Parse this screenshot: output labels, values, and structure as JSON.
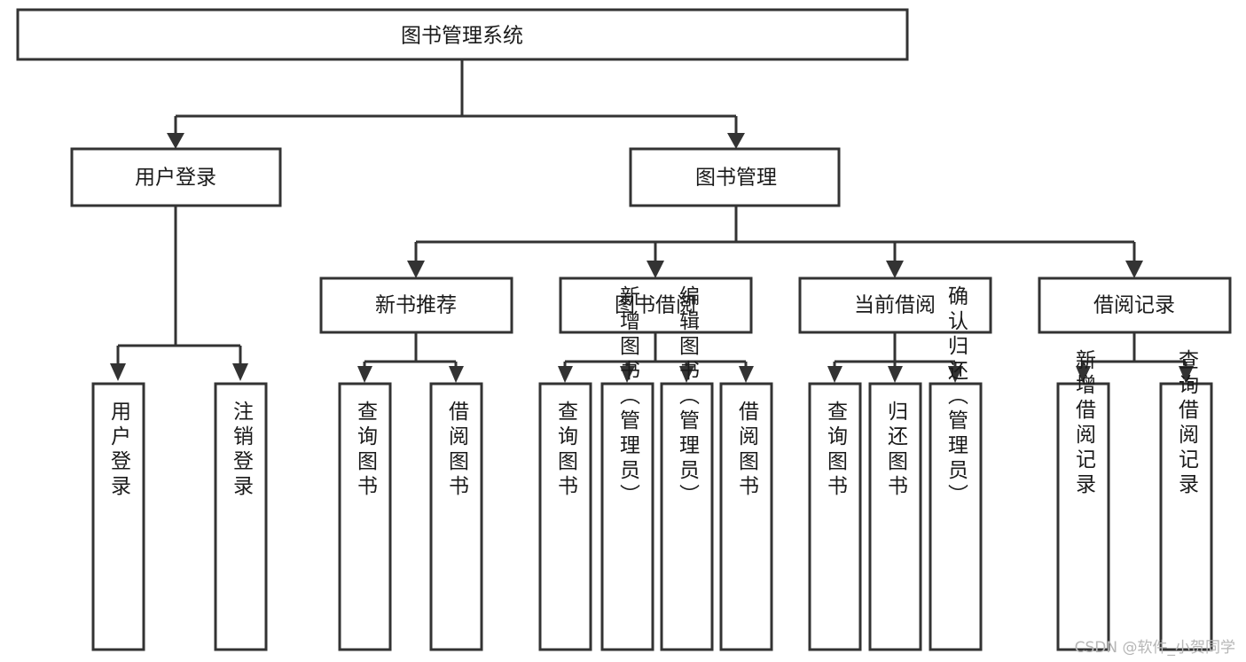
{
  "diagram": {
    "type": "tree-hierarchy",
    "title_node": {
      "label": "图书管理系统"
    },
    "level2": [
      {
        "label": "用户登录"
      },
      {
        "label": "图书管理"
      }
    ],
    "level3": [
      {
        "label": "新书推荐"
      },
      {
        "label": "图书借阅"
      },
      {
        "label": "当前借阅"
      },
      {
        "label": "借阅记录"
      }
    ],
    "leaves": {
      "user_login": [
        {
          "label": "用户登录"
        },
        {
          "label": "注销登录"
        }
      ],
      "new_book_recommend": [
        {
          "label": "查询图书"
        },
        {
          "label": "借阅图书"
        }
      ],
      "book_borrow": [
        {
          "label": "查询图书"
        },
        {
          "label": "新增图书（管理员）"
        },
        {
          "label": "编辑图书（管理员）"
        },
        {
          "label": "借阅图书"
        }
      ],
      "current_borrow": [
        {
          "label": "查询图书"
        },
        {
          "label": "归还图书"
        },
        {
          "label": "确认归还（管理员）"
        }
      ],
      "borrow_record": [
        {
          "label": "新增借阅记录"
        },
        {
          "label": "查询借阅记录"
        }
      ]
    }
  },
  "watermark": {
    "text": "CSDN @软件_小贺同学"
  },
  "colors": {
    "stroke": "#333333",
    "fill": "#ffffff",
    "text": "#1a1a1a",
    "watermark": "#b6b6b6"
  }
}
